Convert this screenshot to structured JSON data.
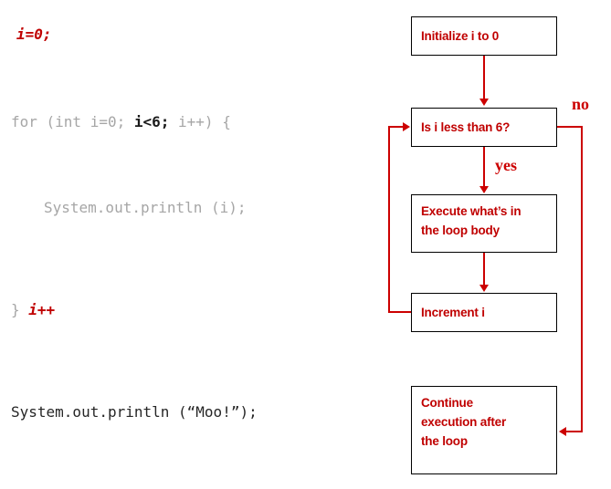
{
  "figure": {
    "title": "for-loop execution flowchart",
    "colors": {
      "code_gray": "#a6a6a6",
      "code_black": "#1a1a1a",
      "highlight_red": "#c00000",
      "connector_red": "#cc0000",
      "box_border": "#000000",
      "background": "#ffffff"
    }
  },
  "code": {
    "init_line": {
      "red": "i=0;"
    },
    "for_line": {
      "part1": "for (int i=0; ",
      "part2": "i<6;",
      "part3": " i++) {"
    },
    "println_line": {
      "gray": "System.out.println (i);"
    },
    "close_line": {
      "brace": "} ",
      "red": "i++"
    },
    "moo_line": {
      "dark": "System.out.println (“Moo!”);"
    }
  },
  "flowchart": {
    "boxes": [
      {
        "id": "initialize",
        "lines": [
          "Initialize i to 0"
        ]
      },
      {
        "id": "condition",
        "lines": [
          "Is i less than 6?"
        ]
      },
      {
        "id": "body",
        "lines": [
          "Execute what’s in",
          "the loop body"
        ]
      },
      {
        "id": "increment",
        "lines": [
          "Increment i"
        ]
      },
      {
        "id": "continue",
        "lines": [
          "Continue",
          "execution after",
          "the loop"
        ]
      }
    ],
    "edge_labels": {
      "no": "no",
      "yes": "yes"
    }
  }
}
